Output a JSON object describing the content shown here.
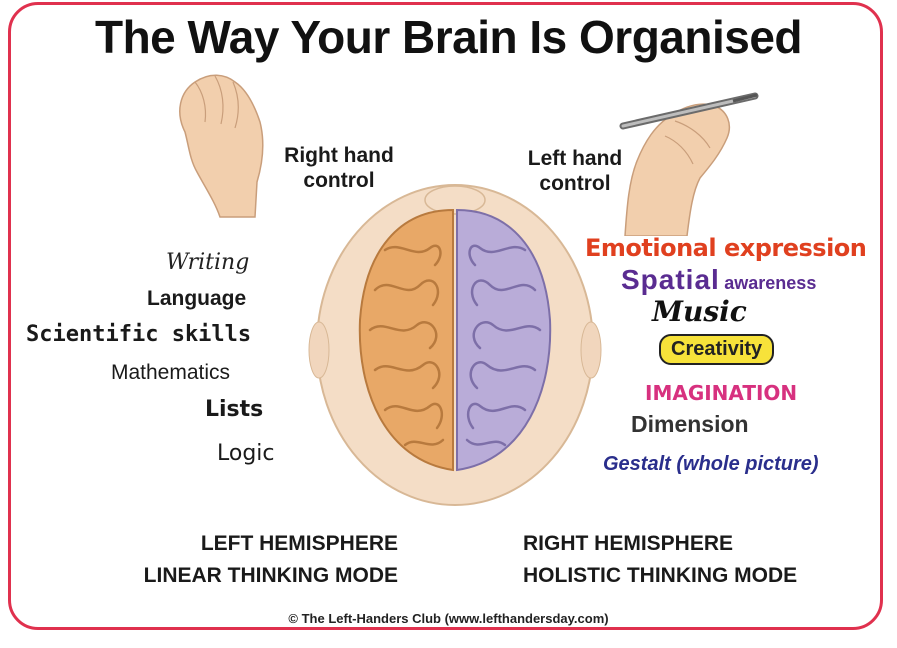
{
  "title": "The Way Your Brain Is Organised",
  "right_hand_label": [
    "Right hand",
    "control"
  ],
  "left_hand_label": [
    "Left hand",
    "control"
  ],
  "left_skills": {
    "writing": "Writing",
    "language": "Language",
    "scientific": "Scientific skills",
    "mathematics": "Mathematics",
    "lists": "Lists",
    "logic": "Logic"
  },
  "right_skills": {
    "emotional": "Emotional expression",
    "spatial_a": "Spatial",
    "spatial_b": "awareness",
    "music": "Music",
    "creativity": "Creativity",
    "imagination": "IMAGINATION",
    "dimension": "Dimension",
    "gestalt": "Gestalt (whole picture)"
  },
  "left_hemisphere": [
    "LEFT HEMISPHERE",
    "LINEAR THINKING MODE"
  ],
  "right_hemisphere": [
    "RIGHT HEMISPHERE",
    "HOLISTIC THINKING MODE"
  ],
  "copyright": "© The Left-Handers Club (www.lefthandersday.com)",
  "colors": {
    "border": "#e0314e",
    "left_brain": "#e8a867",
    "right_brain": "#b9acd8",
    "emotional": "#e0401f",
    "spatial": "#5a2c91",
    "creativity_bg": "#f7e23a",
    "imagination": "#d7317f",
    "gestalt": "#2a2e8c"
  }
}
